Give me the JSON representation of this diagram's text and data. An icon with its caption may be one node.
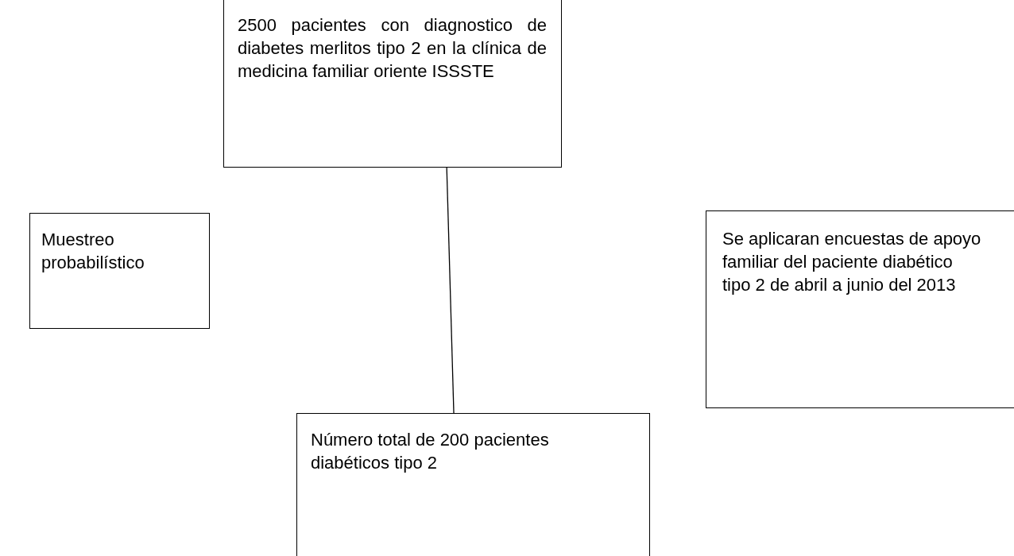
{
  "diagram": {
    "nodes": [
      {
        "text": [
          "2500 pacientes con diagnostico de diabetes merlitos tipo 2 en la clínica de medicina familiar oriente ISSSTE"
        ]
      },
      {
        "text": [
          "Muestreo probabilístico"
        ]
      },
      {
        "text": [
          "Se aplicaran encuestas de apoyo familiar del paciente diabético tipo 2 de abril a junio del 2013"
        ]
      },
      {
        "text": [
          "Número total de 200 pacientes diabéticos tipo 2"
        ]
      }
    ],
    "edges": [
      {
        "from": 0,
        "to": 3,
        "arrow": "none"
      }
    ]
  }
}
